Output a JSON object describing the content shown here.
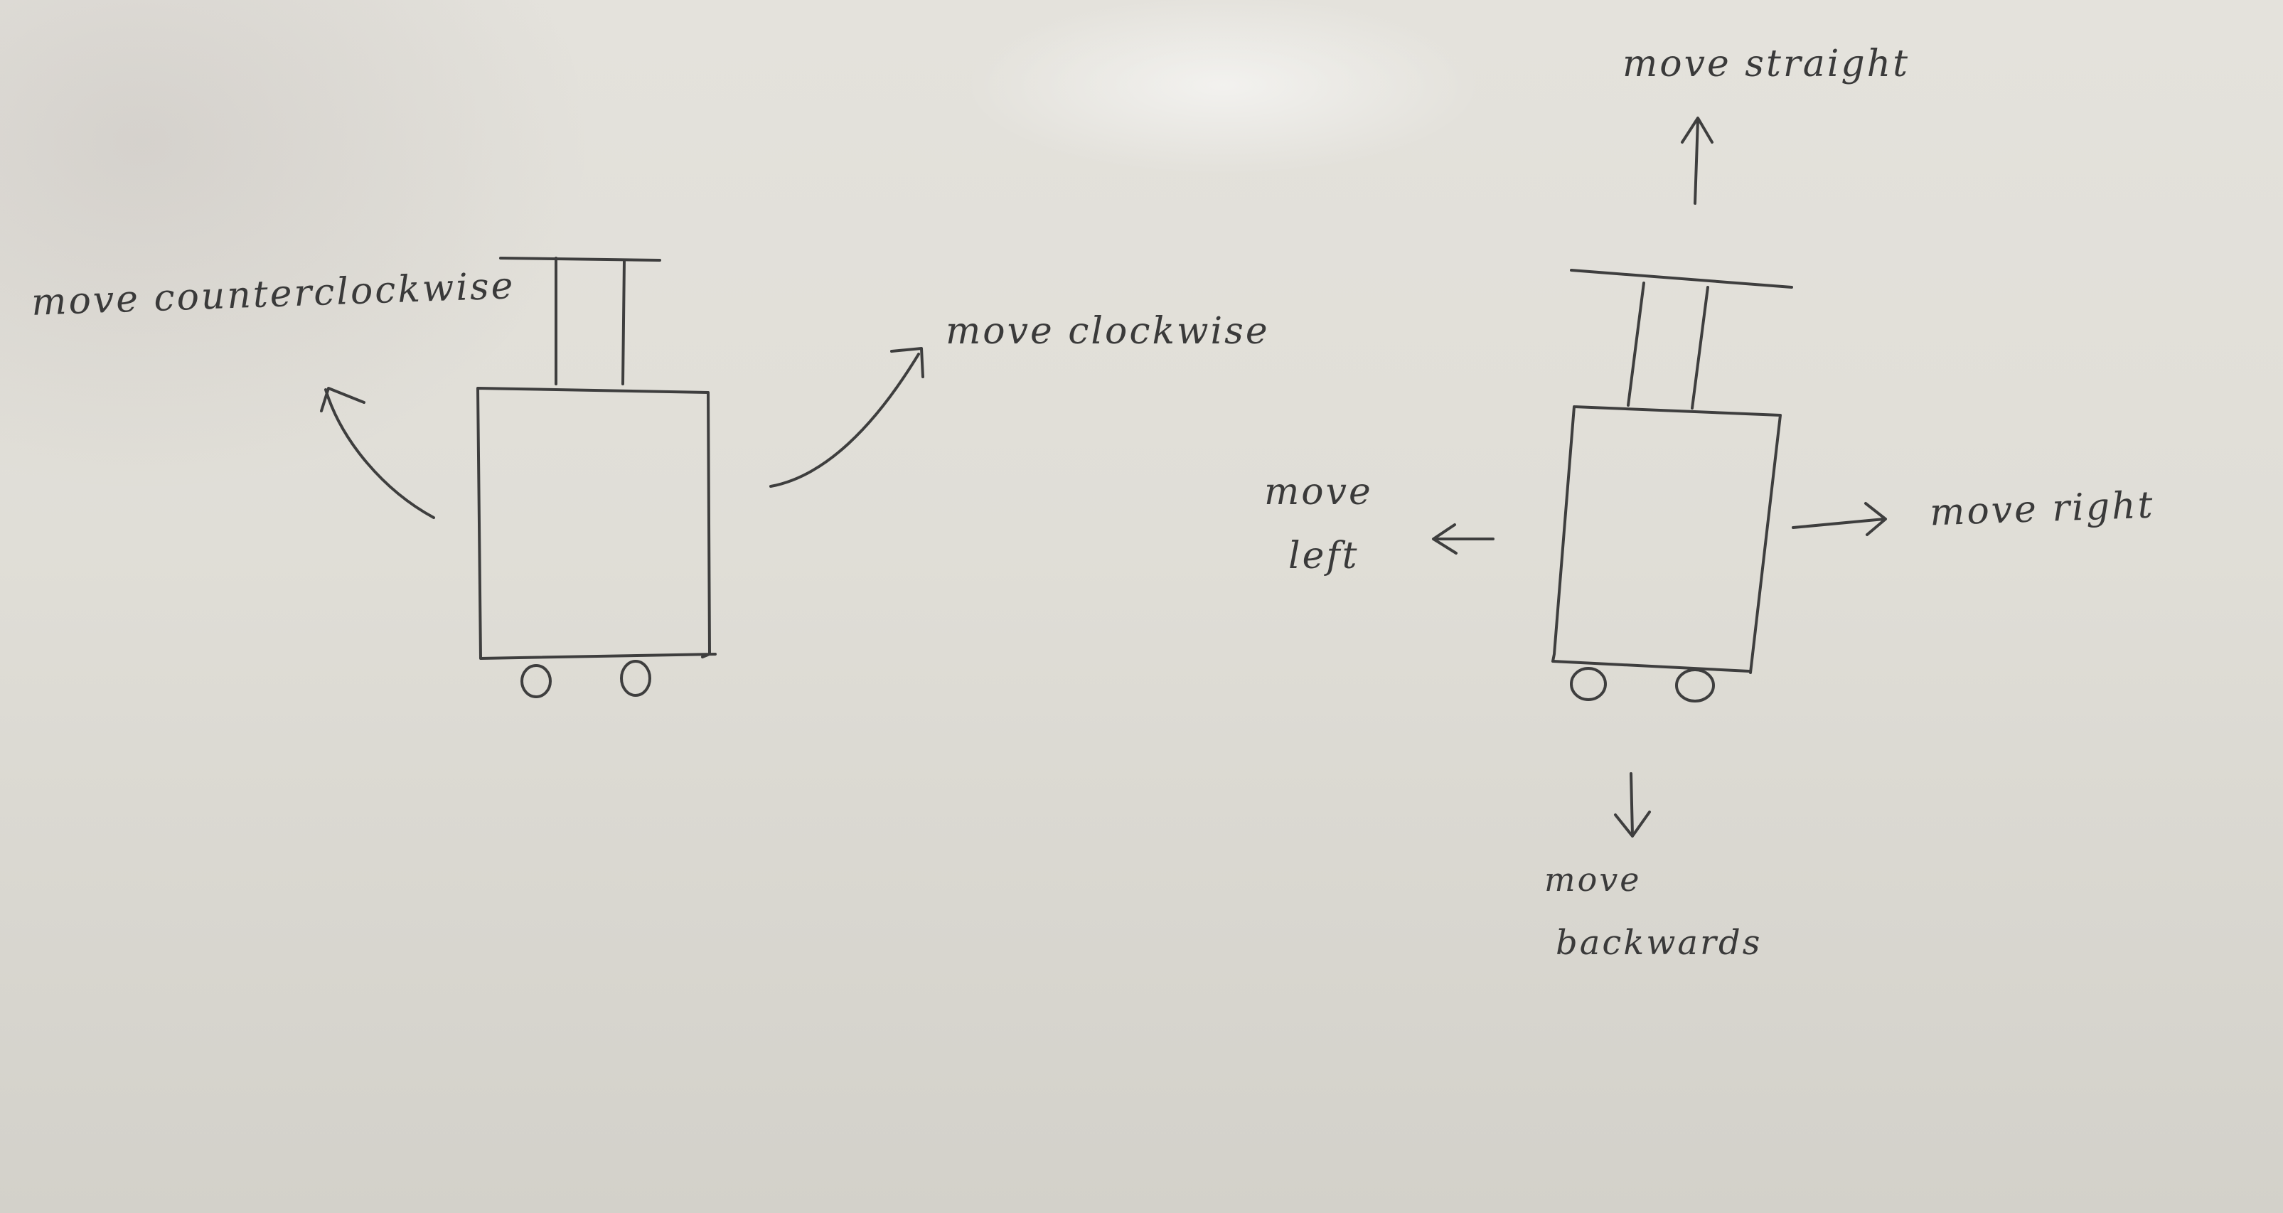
{
  "left_diagram": {
    "counterclockwise_label": "move counterclockwise",
    "clockwise_label": "move clockwise"
  },
  "right_diagram": {
    "straight_label": "move straight",
    "left_label_line1": "move",
    "left_label_line2": "left",
    "right_label": "move right",
    "backwards_label_line1": "move",
    "backwards_label_line2": "backwards"
  }
}
